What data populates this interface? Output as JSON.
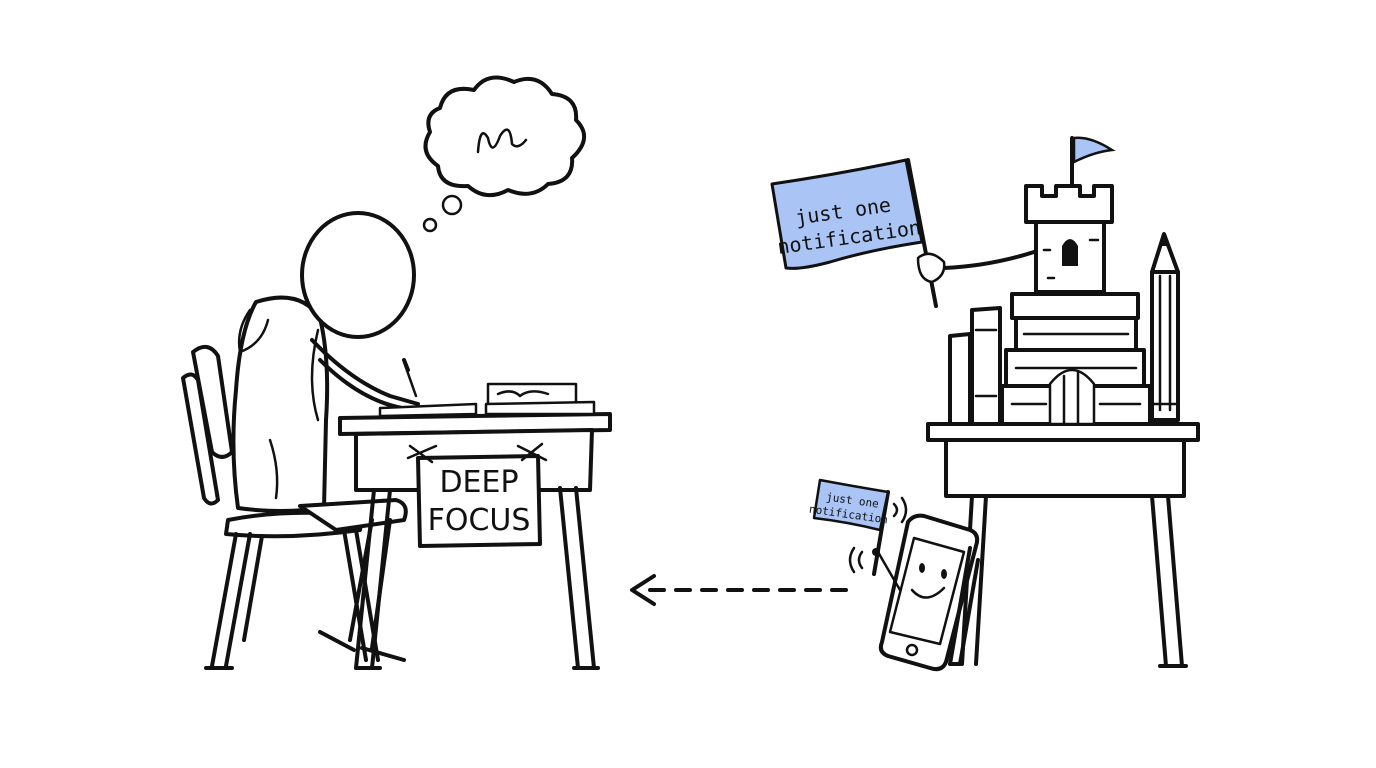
{
  "sign": {
    "line1": "DEEP",
    "line2": "FOCUS"
  },
  "big_flag": {
    "line1": "just one",
    "line2": "notification"
  },
  "small_flag": {
    "line1": "just one",
    "line2": "notification"
  },
  "colors": {
    "flag_fill": "#a9c4f5",
    "ink": "#111111",
    "background": "#ffffff"
  },
  "icons": [
    "thought-bubble-icon",
    "castle-icon",
    "smartphone-icon",
    "dashed-arrow-left-icon",
    "pencil-icon"
  ]
}
